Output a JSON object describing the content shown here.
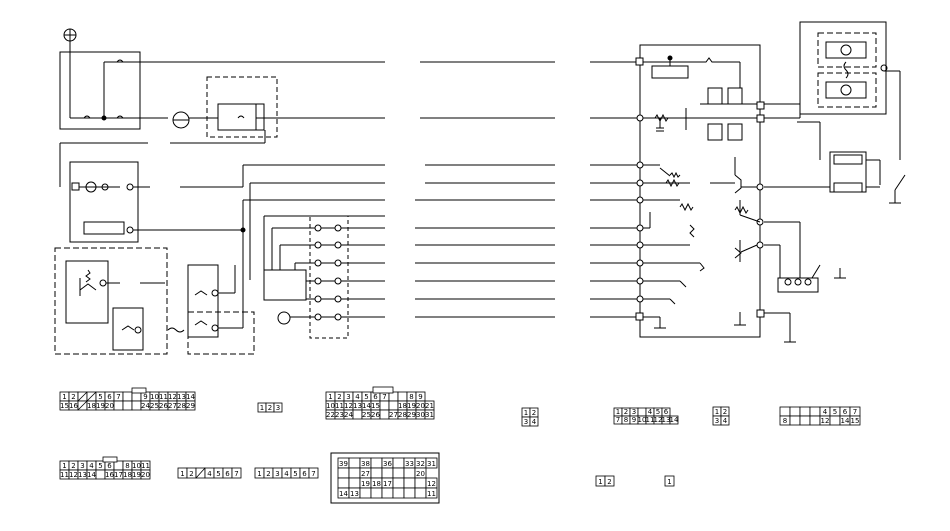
{
  "diagram": {
    "line_color": "#000000",
    "background": "#ffffff",
    "upper_left_connector": {
      "row1": [
        "1",
        "2",
        "/",
        "/",
        "5",
        "6",
        "7",
        "",
        "",
        "9",
        "10",
        "11",
        "12",
        "13",
        "14"
      ],
      "row2": [
        "15",
        "16",
        "/",
        "18",
        "19",
        "20",
        "",
        "",
        "",
        "24",
        "25",
        "26",
        "27",
        "28",
        "29"
      ]
    },
    "lower_left_connector": {
      "row1": [
        "1",
        "2",
        "3",
        "4",
        "5",
        "6",
        "",
        "8",
        "10",
        "11"
      ],
      "row2": [
        "11",
        "12",
        "13",
        "14",
        "",
        "16",
        "17",
        "18",
        "19",
        "20"
      ]
    },
    "small_3pin": [
      "1",
      "2",
      "3"
    ],
    "conn_7pin_a": [
      "1",
      "2",
      "/",
      "4",
      "5",
      "6",
      "7"
    ],
    "conn_7pin_b": [
      "1",
      "2",
      "3",
      "4",
      "5",
      "6",
      "7"
    ],
    "mid_connector": {
      "row1": [
        "1",
        "2",
        "3",
        "4",
        "5",
        "6",
        "7",
        "",
        "",
        "8",
        "9"
      ],
      "row2": [
        "10",
        "11",
        "12",
        "13",
        "14",
        "15",
        "",
        "",
        "18",
        "19",
        "20",
        "21"
      ],
      "row3": [
        "22",
        "23",
        "24",
        "",
        "25",
        "26",
        "",
        "27",
        "28",
        "29",
        "30",
        "31"
      ]
    },
    "large_connector": {
      "row1": [
        "39",
        "",
        "38",
        "",
        "36",
        "",
        "33",
        "32",
        "31"
      ],
      "row2": [
        "",
        "",
        "27",
        "",
        "",
        "",
        "",
        "20"
      ],
      "row3": [
        "",
        "",
        "19",
        "18",
        "17",
        "",
        "",
        "",
        "12"
      ],
      "row4": [
        "14",
        "13",
        "",
        "",
        "",
        "",
        "",
        "",
        "11"
      ]
    },
    "right_connector_small": [
      "1",
      "2",
      "3",
      "4"
    ],
    "right_connector_row": {
      "row1": [
        "1",
        "2",
        "3",
        "",
        "4",
        "5",
        "6"
      ],
      "row2": [
        "7",
        "8",
        "9",
        "10",
        "11",
        "12",
        "13",
        "14"
      ]
    },
    "right_connector_2x2": [
      "1",
      "2",
      "3",
      "4"
    ],
    "far_right_connector": {
      "row1": [
        "",
        "",
        "",
        "",
        "4",
        "5",
        "6",
        "7"
      ],
      "row2": [
        "8",
        "",
        "",
        "",
        "12",
        "",
        "14",
        "15"
      ]
    },
    "pin_2": [
      "1",
      "2"
    ],
    "pin_1": [
      "1"
    ]
  }
}
